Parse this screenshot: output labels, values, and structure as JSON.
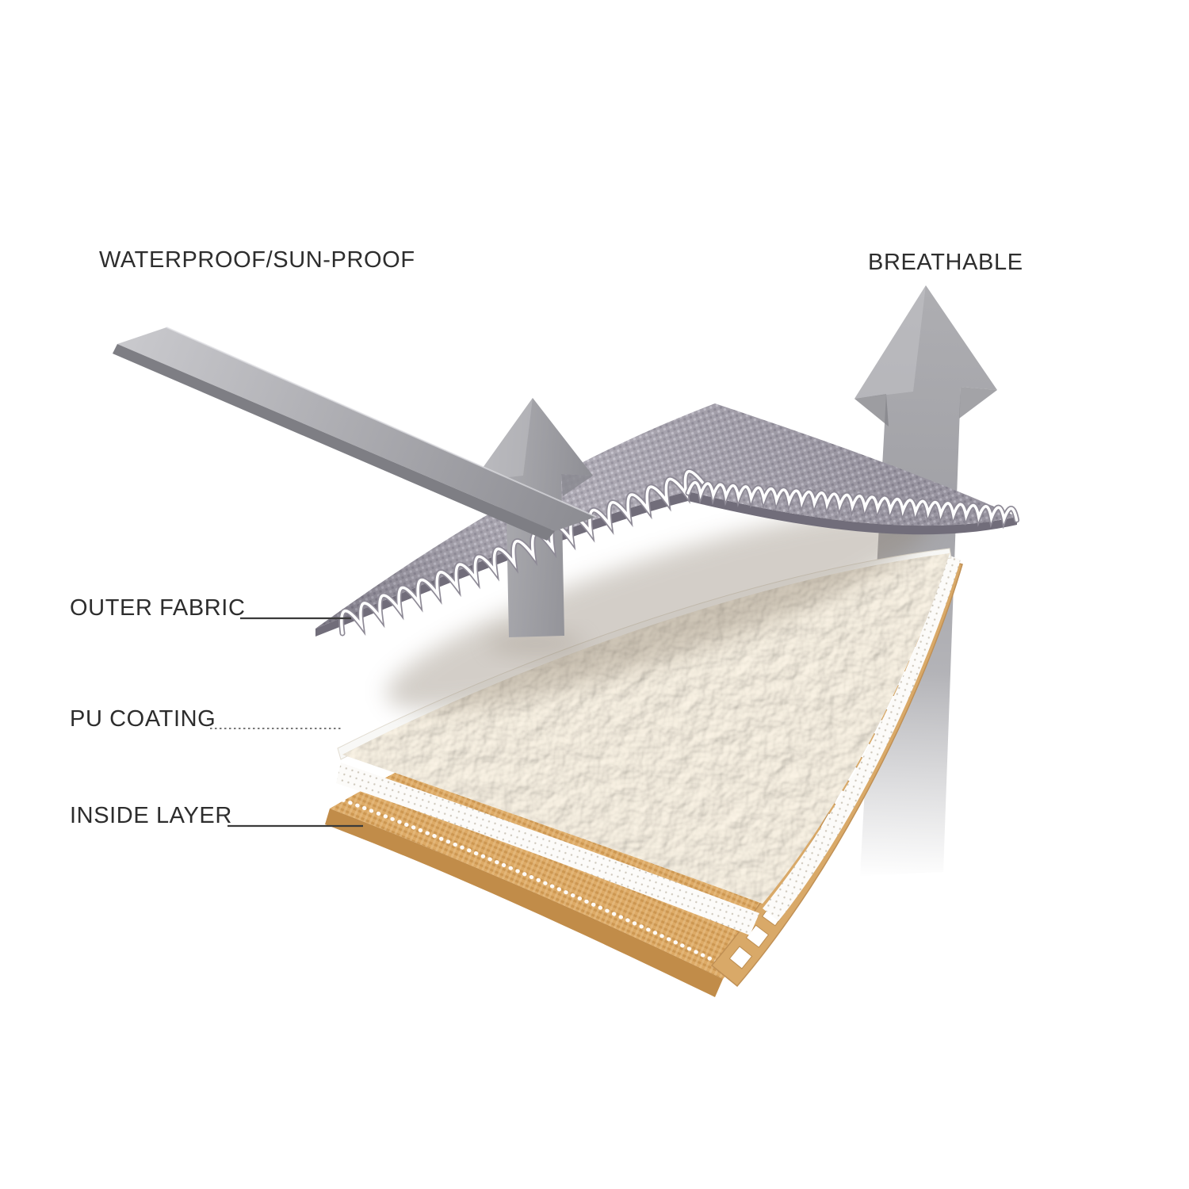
{
  "annotations": {
    "waterproof": "WATERPROOF/SUN-PROOF",
    "breathable": "BREATHABLE"
  },
  "layers": [
    {
      "id": "outer-fabric",
      "label": "OUTER FABRIC"
    },
    {
      "id": "pu-coating",
      "label": "PU COATING"
    },
    {
      "id": "inside-layer",
      "label": "INSIDE LAYER"
    }
  ],
  "colors": {
    "background": "#ffffff",
    "label_text": "#2d2d2d",
    "arrow_gray": "#a6a6aa",
    "outer_fabric_gray": "#a5a1ac",
    "pu_coating_cream": "#ece3d2",
    "pu_film_white": "#f8f8f6",
    "inside_layer_tan": "#d9a968",
    "inside_layer_tan_dark": "#c18c49",
    "leader_line": "#3a3a3a"
  }
}
